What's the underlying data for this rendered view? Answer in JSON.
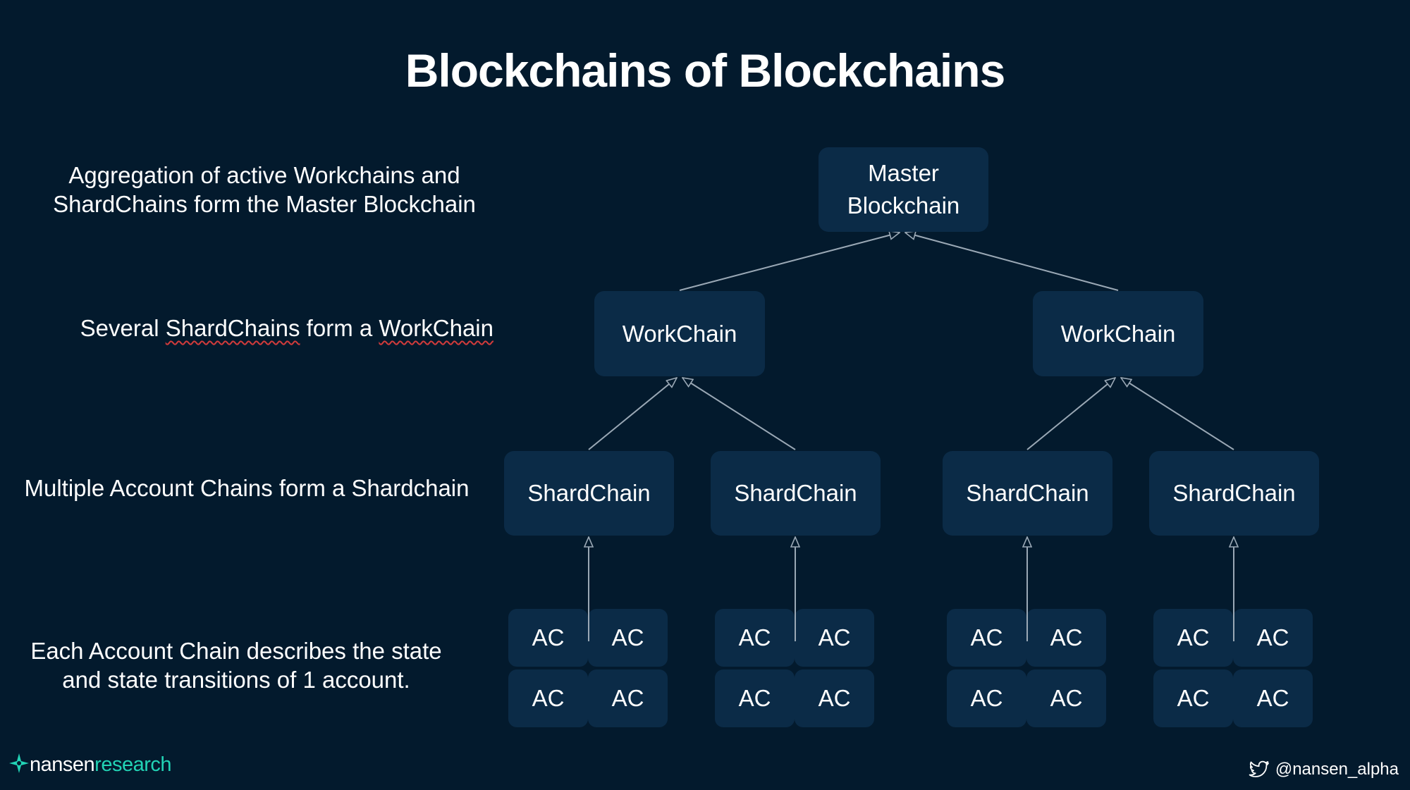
{
  "title": "Blockchains of Blockchains",
  "descriptions": {
    "master": [
      "Aggregation of active Workchains and",
      "ShardChains form the Master Blockchain"
    ],
    "workchain": {
      "before": "Several ",
      "w1": "ShardChains",
      "mid": " form a ",
      "w2": "WorkChain"
    },
    "shardchain": "Multiple Account Chains form a Shardchain",
    "account": [
      "Each Account Chain describes the state",
      "and state transitions of 1 account."
    ]
  },
  "nodes": {
    "master": [
      "Master",
      "Blockchain"
    ],
    "workchain": "WorkChain",
    "shardchain": "ShardChain",
    "account_chain": "AC"
  },
  "footer": {
    "logo_part1": "nansen",
    "logo_part2": "research",
    "twitter_handle": "@nansen_alpha",
    "logo_icon": "nansen-star-icon",
    "twitter_icon": "twitter-bird-icon"
  },
  "colors": {
    "background": "#031a2d",
    "node": "#0b2b47",
    "edge": "#9aa8b5",
    "accent": "#22d3b5"
  }
}
